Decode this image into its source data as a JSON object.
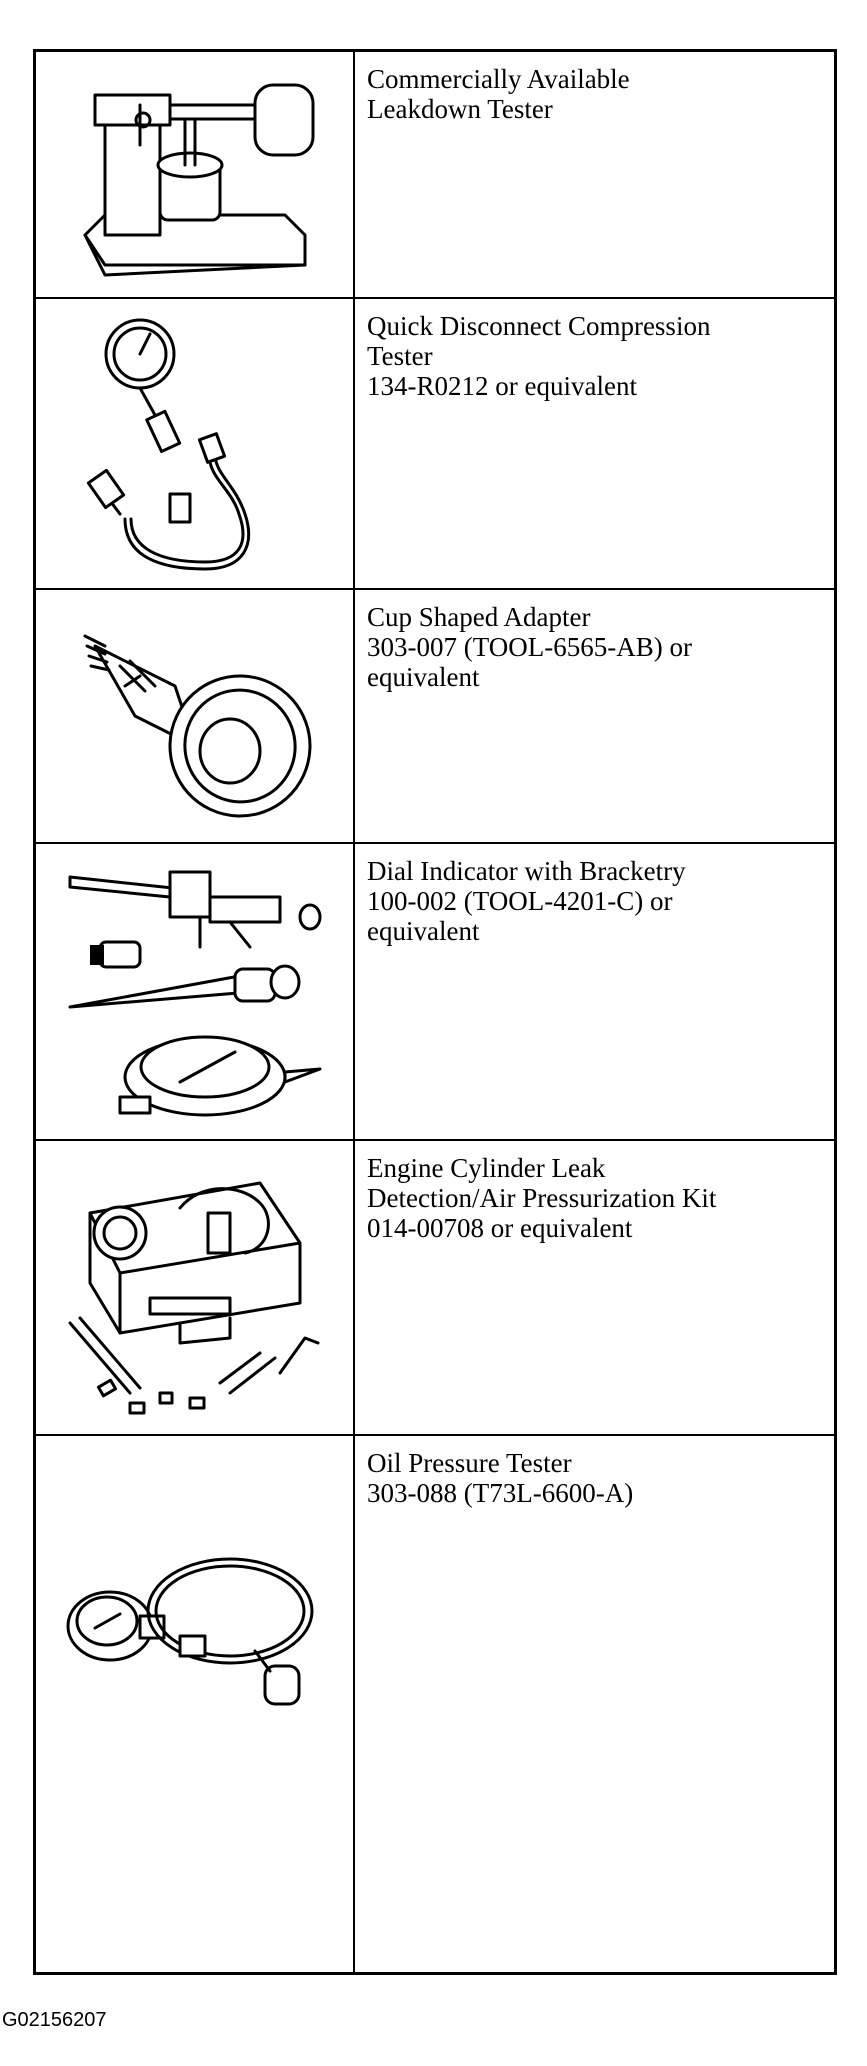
{
  "tools": [
    {
      "icon": "leakdown-tester-icon",
      "lines": [
        "Commercially Available",
        "Leakdown Tester"
      ]
    },
    {
      "icon": "compression-tester-icon",
      "lines": [
        "Quick Disconnect Compression",
        "Tester",
        "134-R0212 or equivalent"
      ]
    },
    {
      "icon": "cup-adapter-icon",
      "lines": [
        "Cup Shaped Adapter",
        "303-007 (TOOL-6565-AB) or",
        "equivalent"
      ]
    },
    {
      "icon": "dial-indicator-icon",
      "lines": [
        "Dial Indicator with Bracketry",
        "100-002 (TOOL-4201-C) or",
        "equivalent"
      ]
    },
    {
      "icon": "leak-detection-kit-icon",
      "lines": [
        "Engine Cylinder Leak",
        "Detection/Air Pressurization Kit",
        "014-00708 or equivalent"
      ]
    },
    {
      "icon": "oil-pressure-tester-icon",
      "lines": [
        "Oil Pressure Tester",
        "303-088 (T73L-6600-A)"
      ]
    }
  ],
  "figure_id": "G02156207"
}
